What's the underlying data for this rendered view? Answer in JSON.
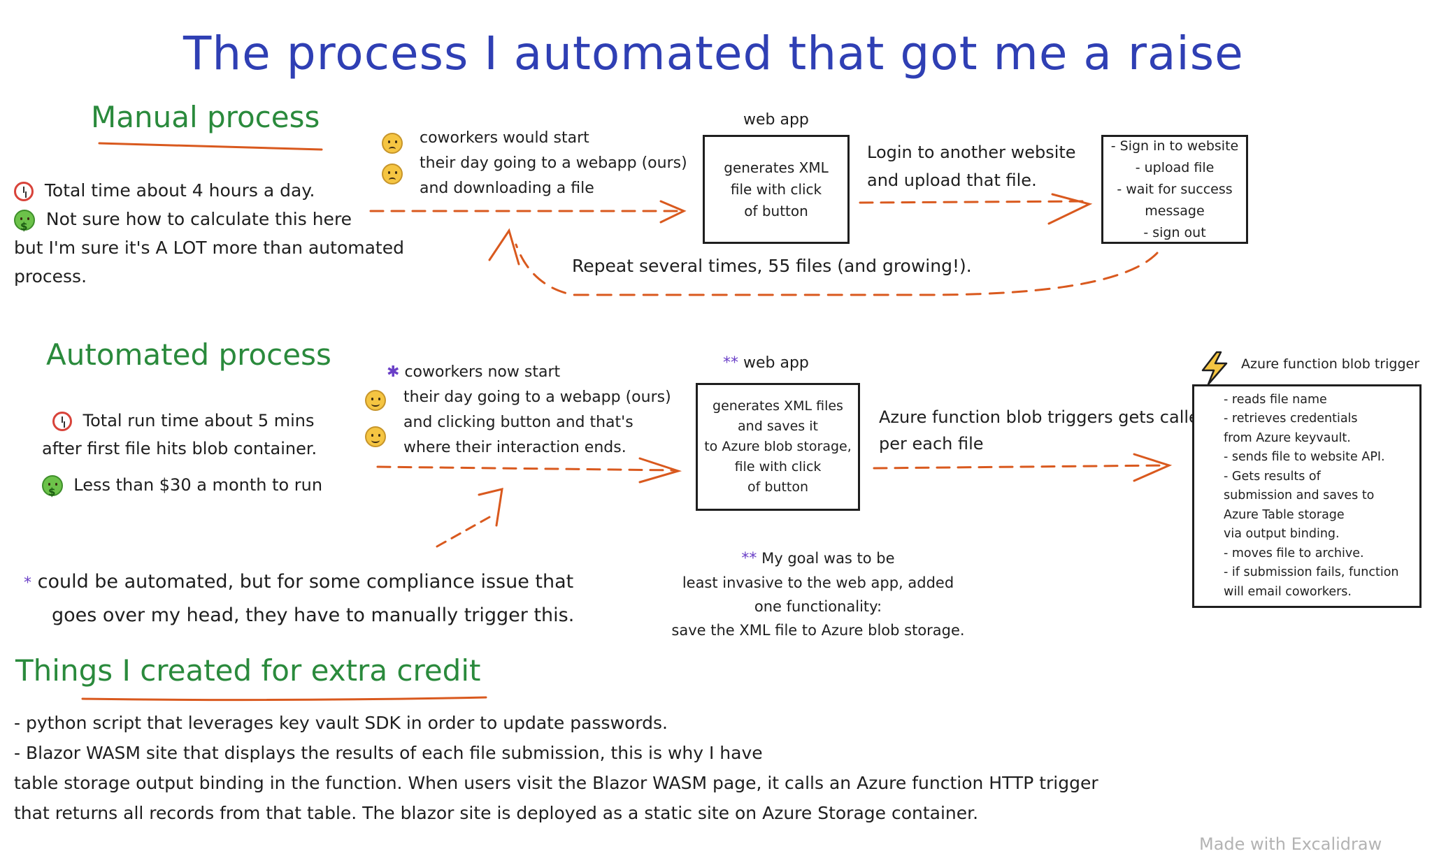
{
  "title": "The process I automated that got me a raise",
  "manual": {
    "heading": "Manual process",
    "notes": [
      "Total time about 4 hours a day.",
      "Not sure how to calculate this here",
      "but I'm sure it's A LOT more than automated",
      "process."
    ],
    "coworkers": [
      "coworkers would start",
      "their day going to a webapp (ours)",
      "and downloading a file"
    ],
    "webapp_label": "web app",
    "webapp_box": [
      "generates XML",
      "file with click",
      "of button"
    ],
    "login_text": [
      "Login to another website",
      "and upload that file."
    ],
    "steps_box": [
      "- Sign in to website",
      "- upload file",
      "- wait for success",
      "message",
      "- sign out"
    ],
    "repeat_text": "Repeat several times, 55 files (and growing!)."
  },
  "automated": {
    "heading": "Automated process",
    "notes": [
      "Total run time about 5 mins",
      "after first file hits blob container.",
      "Less than $30 a month to run"
    ],
    "coworkers": [
      "coworkers now start",
      "their day going to a webapp (ours)",
      "and clicking button and that's",
      "where their interaction ends."
    ],
    "webapp_mark": "**",
    "webapp_label": "web app",
    "webapp_box": [
      "generates XML files",
      "and saves it",
      "to Azure blob storage,",
      "file with click",
      "of button"
    ],
    "trigger_text": [
      "Azure function blob triggers gets called",
      "per each file"
    ],
    "function_label": "Azure function blob trigger",
    "function_box": [
      "- reads file name",
      "- retrieves credentials",
      "from Azure keyvault.",
      "- sends file to website API.",
      "- Gets results of",
      "submission and saves to",
      "Azure Table storage",
      "via output binding.",
      "- moves file to archive.",
      "- if submission fails, function",
      "will email coworkers."
    ],
    "footnote_mark": "*",
    "footnote": [
      "could be automated, but for some compliance issue that",
      "goes over my head, they have to manually trigger this."
    ],
    "goal_mark": "**",
    "goal": [
      "My goal was to be",
      "least invasive to the web app, added",
      "one functionality:",
      "save the XML file to Azure blob storage."
    ]
  },
  "extra": {
    "heading": "Things I created for extra credit",
    "lines": [
      "- python script that leverages key vault SDK in order to update passwords.",
      "- Blazor WASM site that displays the results of each file submission, this is why I have",
      "table storage output binding in the function. When users visit the Blazor WASM page, it calls an Azure function HTTP trigger",
      "that returns all records from that table. The blazor site is deployed as a static site on Azure Storage container."
    ]
  },
  "watermark": "Made with Excalidraw",
  "colors": {
    "title": "#2f3fb4",
    "heading": "#2a8a3c",
    "arrow": "#d9591e",
    "underline": "#d9591e",
    "star": "#6a3fc7"
  }
}
